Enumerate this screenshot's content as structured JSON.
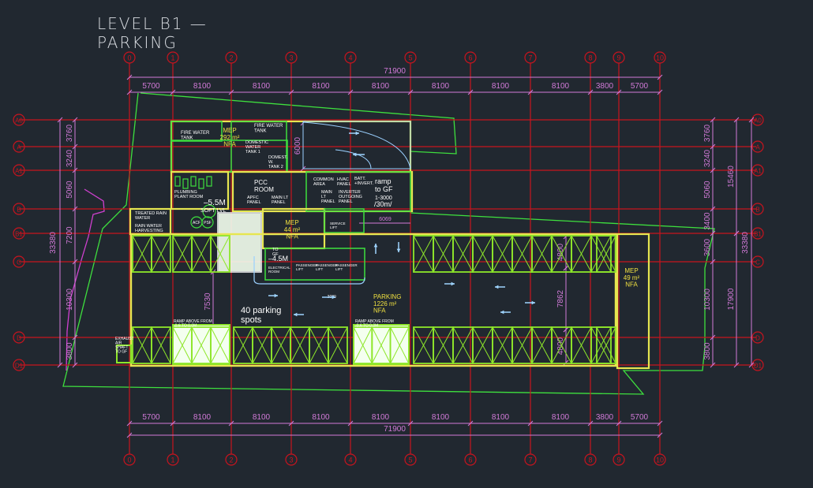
{
  "title": {
    "line1": "LEVEL B1 —",
    "line2": "PARKING"
  },
  "colors": {
    "background": "#212830",
    "grid": "#c8141e",
    "dimension": "#d27ad8",
    "wall": "#e6e650",
    "outline_green": "#3ee03e",
    "parking_green": "#8ee62a",
    "text_white": "#ffffff",
    "text_yellow": "#f0e040",
    "arrow": "#9fd4ff"
  },
  "grid_columns": [
    "0",
    "1",
    "2",
    "3",
    "4",
    "5",
    "6",
    "7",
    "8",
    "9",
    "10"
  ],
  "grid_rows": [
    "A0",
    "A",
    "A1",
    "B",
    "B1",
    "C",
    "D",
    "D1"
  ],
  "dimensions": {
    "column_spacings": [
      "5700",
      "8100",
      "8100",
      "8100",
      "8100",
      "8100",
      "8100",
      "8100",
      "3800",
      "5700"
    ],
    "overall_width": "71900",
    "row_spacings_left": [
      "3760",
      "3240",
      "5060",
      "7200",
      "10300",
      "3800"
    ],
    "overall_height_left": "33380",
    "row_spacings_right": [
      "3760",
      "3240",
      "5060",
      "3400",
      "3600",
      "10300",
      "3800"
    ],
    "subtotal_right_top": "15460",
    "subtotal_right_bottom": "17900",
    "overall_height_right": "33380",
    "interior": [
      "6000",
      "6069",
      "7530",
      "4800",
      "7862",
      "4800"
    ]
  },
  "rooms": [
    {
      "id": "fire-water-tank-1",
      "text": "FIRE WATER\nTANK"
    },
    {
      "id": "fire-water-tank-2",
      "text": "FIRE WATER\nTANK"
    },
    {
      "id": "mep-292",
      "text": "MEP\n292 m²\nNFA"
    },
    {
      "id": "domestic-tank-1",
      "text": "DOMESTIC\nWATER\nTANK 1"
    },
    {
      "id": "domestic-tank-2",
      "text": "DOMEST.\nW.\nTANK 2"
    },
    {
      "id": "plumbing",
      "text": "PLUMBING\nPLANT ROOM"
    },
    {
      "id": "pcc-room",
      "text": "PCC\nROOM"
    },
    {
      "id": "apfc-panel",
      "text": "APFC\nPANEL"
    },
    {
      "id": "main-lt-panel",
      "text": "MAIN LT\nPANEL"
    },
    {
      "id": "common-area",
      "text": "COMMON\nAREA"
    },
    {
      "id": "hvac-panel",
      "text": "HVAC\nPANEL"
    },
    {
      "id": "batt-invert",
      "text": "BATT.\n+INVERT."
    },
    {
      "id": "main-lt-panel-2",
      "text": "MAIN\nLT\nPANEL"
    },
    {
      "id": "inverter-outgoing",
      "text": "INVERTER\nOUTGOING\nPANEL"
    },
    {
      "id": "ramp-to-gf",
      "text": "ramp\nto GF\n1-3000\n/30m/"
    },
    {
      "id": "treated-rain-water",
      "text": "TREATED RAIN\nWATER"
    },
    {
      "id": "rain-water-harvesting",
      "text": "RAIN WATER\nHARVESTING"
    },
    {
      "id": "mep-44",
      "text": "MEP\n44 m²\nNFA"
    },
    {
      "id": "service-lift",
      "text": "SERVICE\nLIFT"
    },
    {
      "id": "electrical-room",
      "text": "ELECTRICAL\nROOM"
    },
    {
      "id": "to-gf",
      "text": "TO\nGF"
    },
    {
      "id": "lift-1",
      "text": "PASSENGER\nLIFT"
    },
    {
      "id": "lift-2",
      "text": "PASSENGER\nLIFT"
    },
    {
      "id": "lift-3",
      "text": "PASSENGER\nLIFT"
    },
    {
      "id": "parking-1226",
      "text": "PARKING\n1226 m²\nNFA"
    },
    {
      "id": "mep-49",
      "text": "MEP\n49 m²\nNFA"
    },
    {
      "id": "exhaust-shaft",
      "text": "EXHAUST\nAIR\nSHAFT\nTO GF"
    },
    {
      "id": "ramp-above-1",
      "text": "RAMP ABOVE FROM\n-0.6 TO 0.0M"
    },
    {
      "id": "ramp-above-2",
      "text": "RAMP ABOVE FROM\n-0.6 TO 0.0M"
    }
  ],
  "levels": {
    "plumbing": "–5.5M",
    "electrical": "–4.5M",
    "sump": "SOFT LVL",
    "acf": "ACF",
    "psf": "PSF",
    "slope": "-3000"
  },
  "annotations": {
    "parking_spots": "40 parking\nspots"
  }
}
